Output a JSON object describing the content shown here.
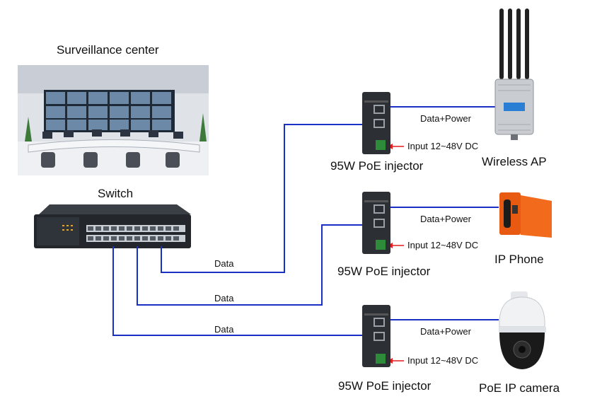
{
  "surveillance": {
    "title": "Surveillance center"
  },
  "switch": {
    "title": "Switch"
  },
  "injectors": [
    {
      "label": "95W PoE injector",
      "input": "Input 12~48V DC",
      "link": "Data+Power",
      "data_link": "Data"
    },
    {
      "label": "95W PoE injector",
      "input": "Input 12~48V DC",
      "link": "Data+Power",
      "data_link": "Data"
    },
    {
      "label": "95W PoE injector",
      "input": "Input 12~48V DC",
      "link": "Data+Power",
      "data_link": "Data"
    }
  ],
  "devices": [
    {
      "label": "Wireless AP"
    },
    {
      "label": "IP Phone"
    },
    {
      "label": "PoE IP camera"
    }
  ],
  "colors": {
    "cable": "#1a2fc4",
    "arrow": "#e21d1d",
    "injector": "#2c2f33",
    "phone": "#f26a1b",
    "ap": "#c9ccd0"
  }
}
